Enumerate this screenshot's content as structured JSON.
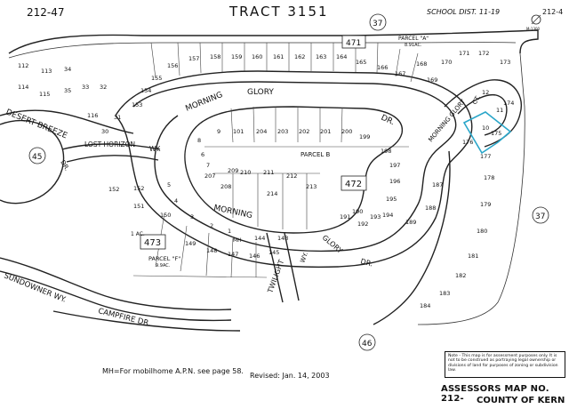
{
  "header": {
    "page_left": "212-47",
    "title": "TRACT 3151",
    "school_dist": "SCHOOL DIST. 11-19",
    "page_right": "212-4",
    "top_right_small": "M-1300"
  },
  "streets": {
    "morning_glory_top_1": "MORNING",
    "morning_glory_top_2": "GLORY",
    "dr_top": "DR.",
    "morning_glory_ct": "MORNING GLORY",
    "ct": "CT.",
    "lost_horizon": "LOST HORIZON",
    "wy": "WY.",
    "desert_breeze": "DESERT BREEZE",
    "dr_left": "DR.",
    "morning_low": "MORNING",
    "glory_low": "GLORY",
    "dr_low": "DR.",
    "twilight": "TWILIGHT",
    "twilight_wy": "WY.",
    "sundowner": "SUNDOWNER WY.",
    "campfire": "CAMPFIRE DR."
  },
  "parcels": {
    "parcel_a": "PARCEL \"A\"",
    "parcel_a_acres": "8.91AC.",
    "parcel_b": "PARCEL B",
    "parcel_f": "PARCEL \"F\"",
    "parcel_f_acres": "9.9AC.",
    "ac_1": "1 AC."
  },
  "book_numbers": {
    "b471": "471",
    "b472": "472",
    "b473": "473",
    "b37_top": "37",
    "b37_right": "37",
    "b45": "45",
    "b46": "46"
  },
  "lot_numbers": {
    "top_row": [
      "158",
      "159",
      "160",
      "161",
      "162",
      "163",
      "164",
      "165",
      "166",
      "167"
    ],
    "top_left": [
      "157",
      "156",
      "155",
      "154",
      "153",
      "152"
    ],
    "left_cluster": [
      "112",
      "113",
      "114",
      "115",
      "116",
      "34",
      "35",
      "33",
      "32",
      "31",
      "30"
    ],
    "inner_upper": [
      "101",
      "204",
      "203",
      "202",
      "201",
      "200",
      "199",
      "198",
      "197",
      "196",
      "195"
    ],
    "inner_left": [
      "9",
      "8",
      "7",
      "6",
      "5",
      "4",
      "3",
      "2",
      "1"
    ],
    "inner_mid": [
      "207",
      "208",
      "209",
      "210",
      "211",
      "212",
      "213",
      "214"
    ],
    "inner_lower": [
      "190",
      "191",
      "192",
      "193",
      "194",
      "189",
      "188",
      "187"
    ],
    "right_arc": [
      "168",
      "169",
      "170",
      "171",
      "172",
      "173",
      "174",
      "175",
      "176",
      "177",
      "178",
      "179",
      "180",
      "181",
      "182",
      "183",
      "184"
    ],
    "ct_lots": [
      "10",
      "11",
      "12"
    ],
    "bottom_row": [
      "149",
      "148",
      "147",
      "146",
      "145",
      "144",
      "143",
      "150",
      "151",
      "152"
    ],
    "mh_label": "MH"
  },
  "notes": {
    "mh_note": "MH=For mobilhome A.P.N. see page 58.",
    "revised": "Revised: Jan. 14, 2003",
    "disclaimer": "Note - This map is for assessment purposes only. It is not to be construed as portraying legal ownership or divisions of land for purposes of zoning or subdivision law."
  },
  "footer": {
    "assessor": "ASSESSORS MAP NO. 212-",
    "county": "COUNTY OF KERN"
  },
  "colors": {
    "highlight": "#2aa6c9",
    "ink": "#111111"
  }
}
